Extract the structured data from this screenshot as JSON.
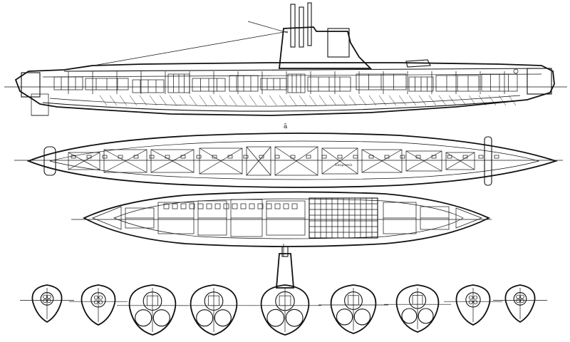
{
  "drawing": {
    "subject": "submarine-general-arrangement",
    "views": [
      {
        "id": "side-elevation",
        "kind": "profile"
      },
      {
        "id": "upper-deck-plan",
        "kind": "plan"
      },
      {
        "id": "lower-deck-plan",
        "kind": "plan"
      },
      {
        "id": "cross-sections",
        "kind": "sections",
        "count": 9
      }
    ],
    "labels": {
      "frame_mark": "ā",
      "deck_plan_note": "Σπορτσελ"
    },
    "colors": {
      "ink": "#111111",
      "paper": "#ffffff"
    }
  }
}
